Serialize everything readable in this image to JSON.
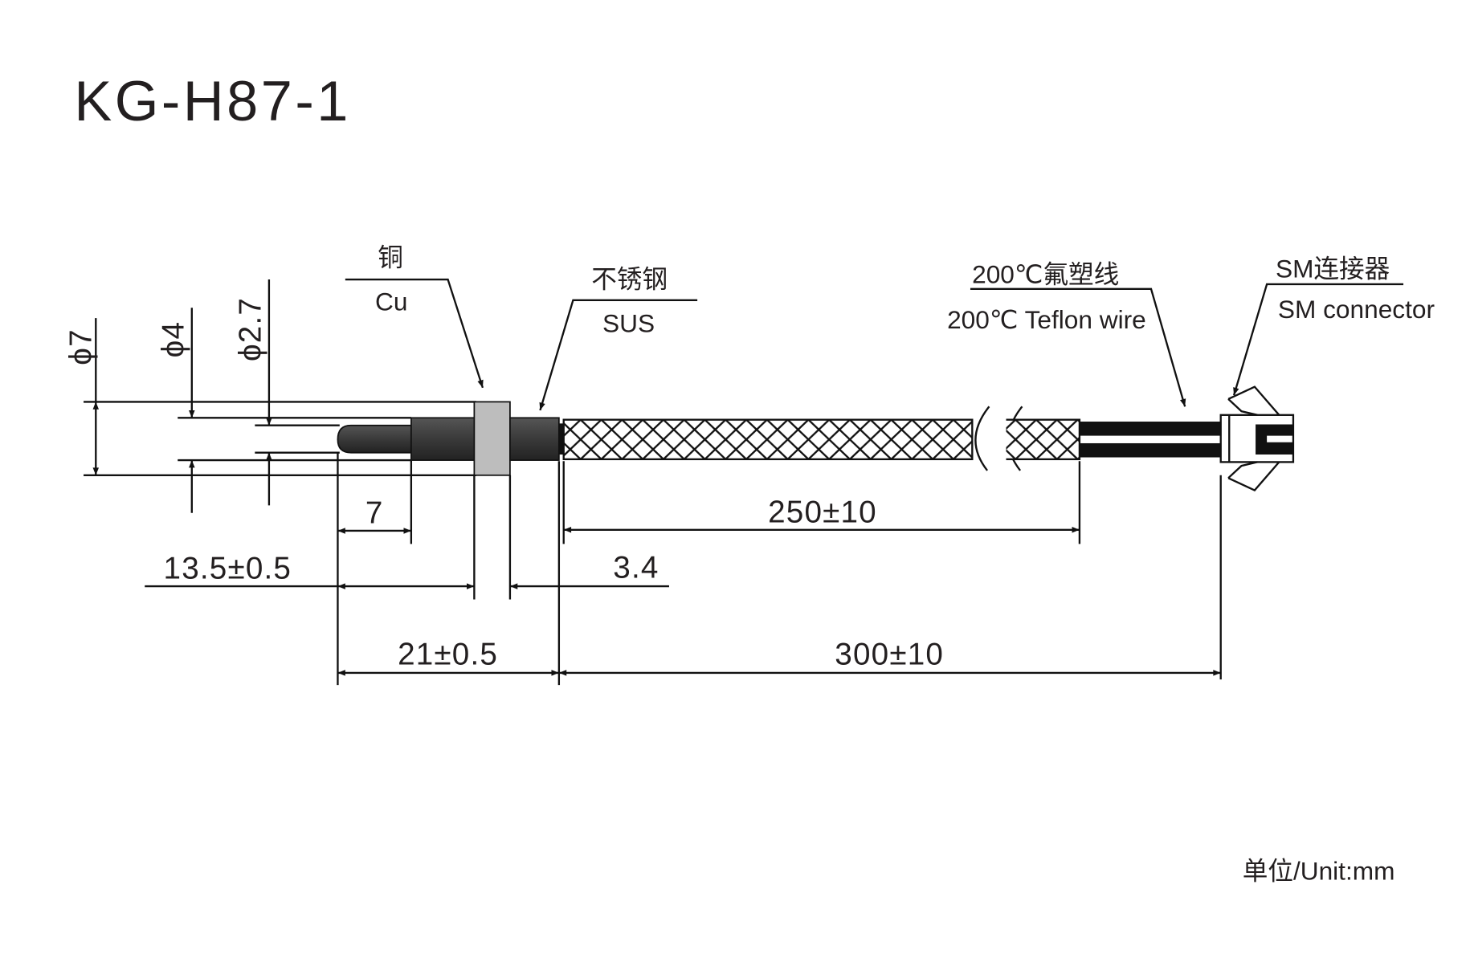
{
  "title": "KG-H87-1",
  "diameters": {
    "d7": "ϕ7",
    "d4": "ϕ4",
    "d27": "ϕ2.7"
  },
  "callouts": {
    "copper_cn": "铜",
    "copper_en": "Cu",
    "steel_cn": "不锈钢",
    "steel_en": "SUS",
    "wire_cn": "200℃氟塑线",
    "wire_en": "200℃ Teflon wire",
    "connector_cn": "SM连接器",
    "connector_en": "SM connector"
  },
  "dimensions": {
    "tip": "7",
    "flange_pos": "13.5±0.5",
    "braid_gap": "3.4",
    "braid_len": "250±10",
    "probe_len": "21±0.5",
    "cable_len": "300±10"
  },
  "unit": "单位/Unit:mm",
  "colors": {
    "probe": "#3a3a3a",
    "flange": "#bdbdbd",
    "line": "#111111"
  }
}
